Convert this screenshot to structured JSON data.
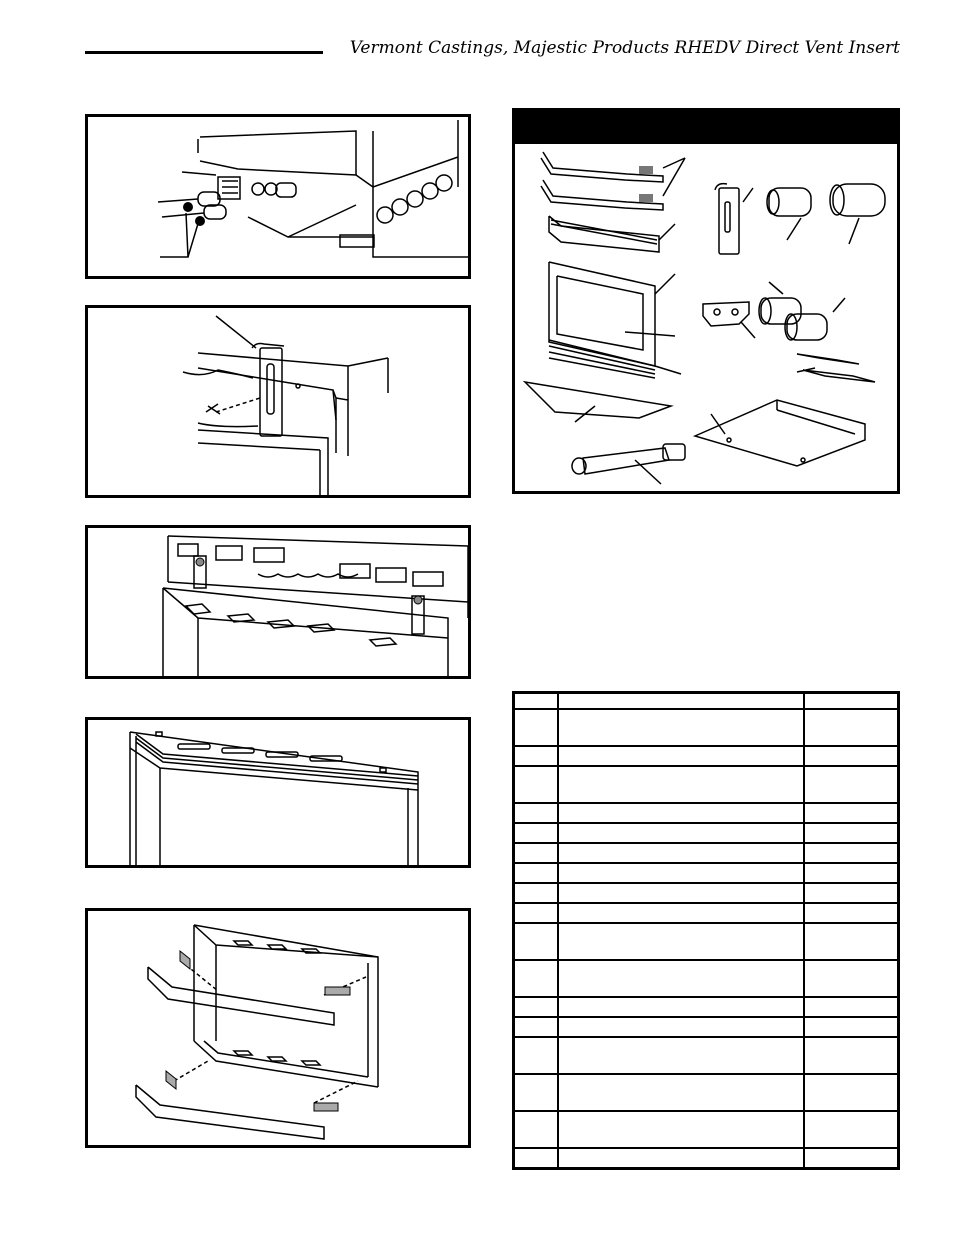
{
  "header": {
    "title": "Vermont Castings, Majestic Products RHEDV Direct Vent Insert"
  },
  "figures": [
    {
      "name": "figure-gas-connections",
      "caption": ""
    },
    {
      "name": "figure-bracket-screw",
      "caption": ""
    },
    {
      "name": "figure-brackets-installed",
      "caption": ""
    },
    {
      "name": "figure-louver-assembly",
      "caption": ""
    },
    {
      "name": "figure-trim-bars",
      "caption": ""
    }
  ],
  "kit": {
    "title": ""
  },
  "parts_table": {
    "rows": [
      {
        "no": "",
        "description": "",
        "part": "",
        "size": "hdr"
      },
      {
        "no": "",
        "description": "",
        "part": "",
        "size": "t"
      },
      {
        "no": "",
        "description": "",
        "part": "",
        "size": "s"
      },
      {
        "no": "",
        "description": "",
        "part": "",
        "size": "t"
      },
      {
        "no": "",
        "description": "",
        "part": "",
        "size": "s"
      },
      {
        "no": "",
        "description": "",
        "part": "",
        "size": "s"
      },
      {
        "no": "",
        "description": "",
        "part": "",
        "size": "s"
      },
      {
        "no": "",
        "description": "",
        "part": "",
        "size": "s"
      },
      {
        "no": "",
        "description": "",
        "part": "",
        "size": "s"
      },
      {
        "no": "",
        "description": "",
        "part": "",
        "size": "s"
      },
      {
        "no": "",
        "description": "",
        "part": "",
        "size": "t"
      },
      {
        "no": "",
        "description": "",
        "part": "",
        "size": "t"
      },
      {
        "no": "",
        "description": "",
        "part": "",
        "size": "s"
      },
      {
        "no": "",
        "description": "",
        "part": "",
        "size": "s"
      },
      {
        "no": "",
        "description": "",
        "part": "",
        "size": "t"
      },
      {
        "no": "",
        "description": "",
        "part": "",
        "size": "t"
      },
      {
        "no": "",
        "description": "",
        "part": "",
        "size": "t"
      },
      {
        "no": "",
        "description": "",
        "part": "",
        "size": "s"
      }
    ]
  }
}
